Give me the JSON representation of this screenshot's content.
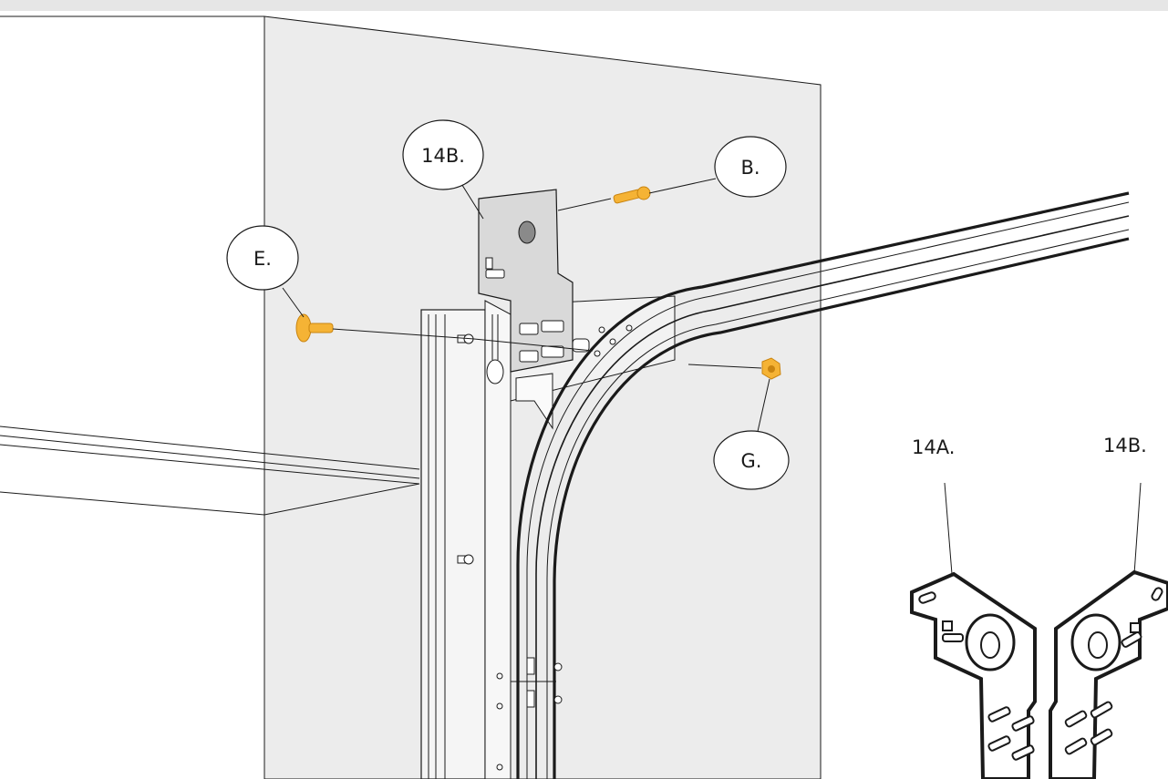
{
  "callouts": {
    "bracket_main": "14B.",
    "bolt_b": "B.",
    "bolt_e": "E.",
    "nut_g": "G.",
    "detail_left": "14A.",
    "detail_right": "14B."
  },
  "colors": {
    "hardware": "#f5b335",
    "hardware_dark": "#c98410",
    "bracket_fill": "#d9d9d9",
    "wall": "#ececec",
    "line": "#1a1a1a"
  }
}
